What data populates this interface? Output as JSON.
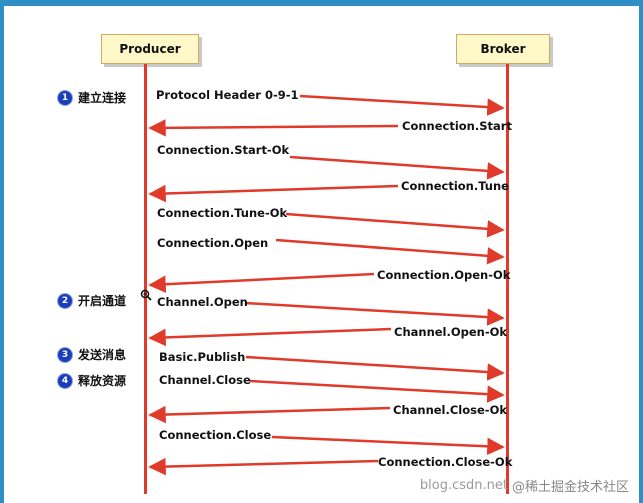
{
  "actors": {
    "producer": "Producer",
    "broker": "Broker"
  },
  "steps": [
    {
      "number": "1",
      "label": "建立连接"
    },
    {
      "number": "2",
      "label": "开启通道"
    },
    {
      "number": "3",
      "label": "发送消息"
    },
    {
      "number": "4",
      "label": "释放资源"
    }
  ],
  "messages": [
    {
      "text": "Protocol Header 0-9-1",
      "direction": "to-broker"
    },
    {
      "text": "Connection.Start",
      "direction": "to-producer"
    },
    {
      "text": "Connection.Start-Ok",
      "direction": "to-broker"
    },
    {
      "text": "Connection.Tune",
      "direction": "to-producer"
    },
    {
      "text": "Connection.Tune-Ok",
      "direction": "to-broker"
    },
    {
      "text": "Connection.Open",
      "direction": "to-broker"
    },
    {
      "text": "Connection.Open-Ok",
      "direction": "to-producer"
    },
    {
      "text": "Channel.Open",
      "direction": "to-broker"
    },
    {
      "text": "Channel.Open-Ok",
      "direction": "to-producer"
    },
    {
      "text": "Basic.Publish",
      "direction": "to-broker"
    },
    {
      "text": "Channel.Close",
      "direction": "to-broker"
    },
    {
      "text": "Channel.Close-Ok",
      "direction": "to-producer"
    },
    {
      "text": "Connection.Close",
      "direction": "to-broker"
    },
    {
      "text": "Connection.Close-Ok",
      "direction": "to-producer"
    }
  ],
  "watermark": "blog.csdn.net",
  "watermark_overlay": "@稀土掘金技术社区",
  "colors": {
    "arrow": "#e03a2a",
    "actor_fill": "#fff9c9",
    "badge": "#1a3fb8",
    "frame": "#2f8fc4"
  }
}
